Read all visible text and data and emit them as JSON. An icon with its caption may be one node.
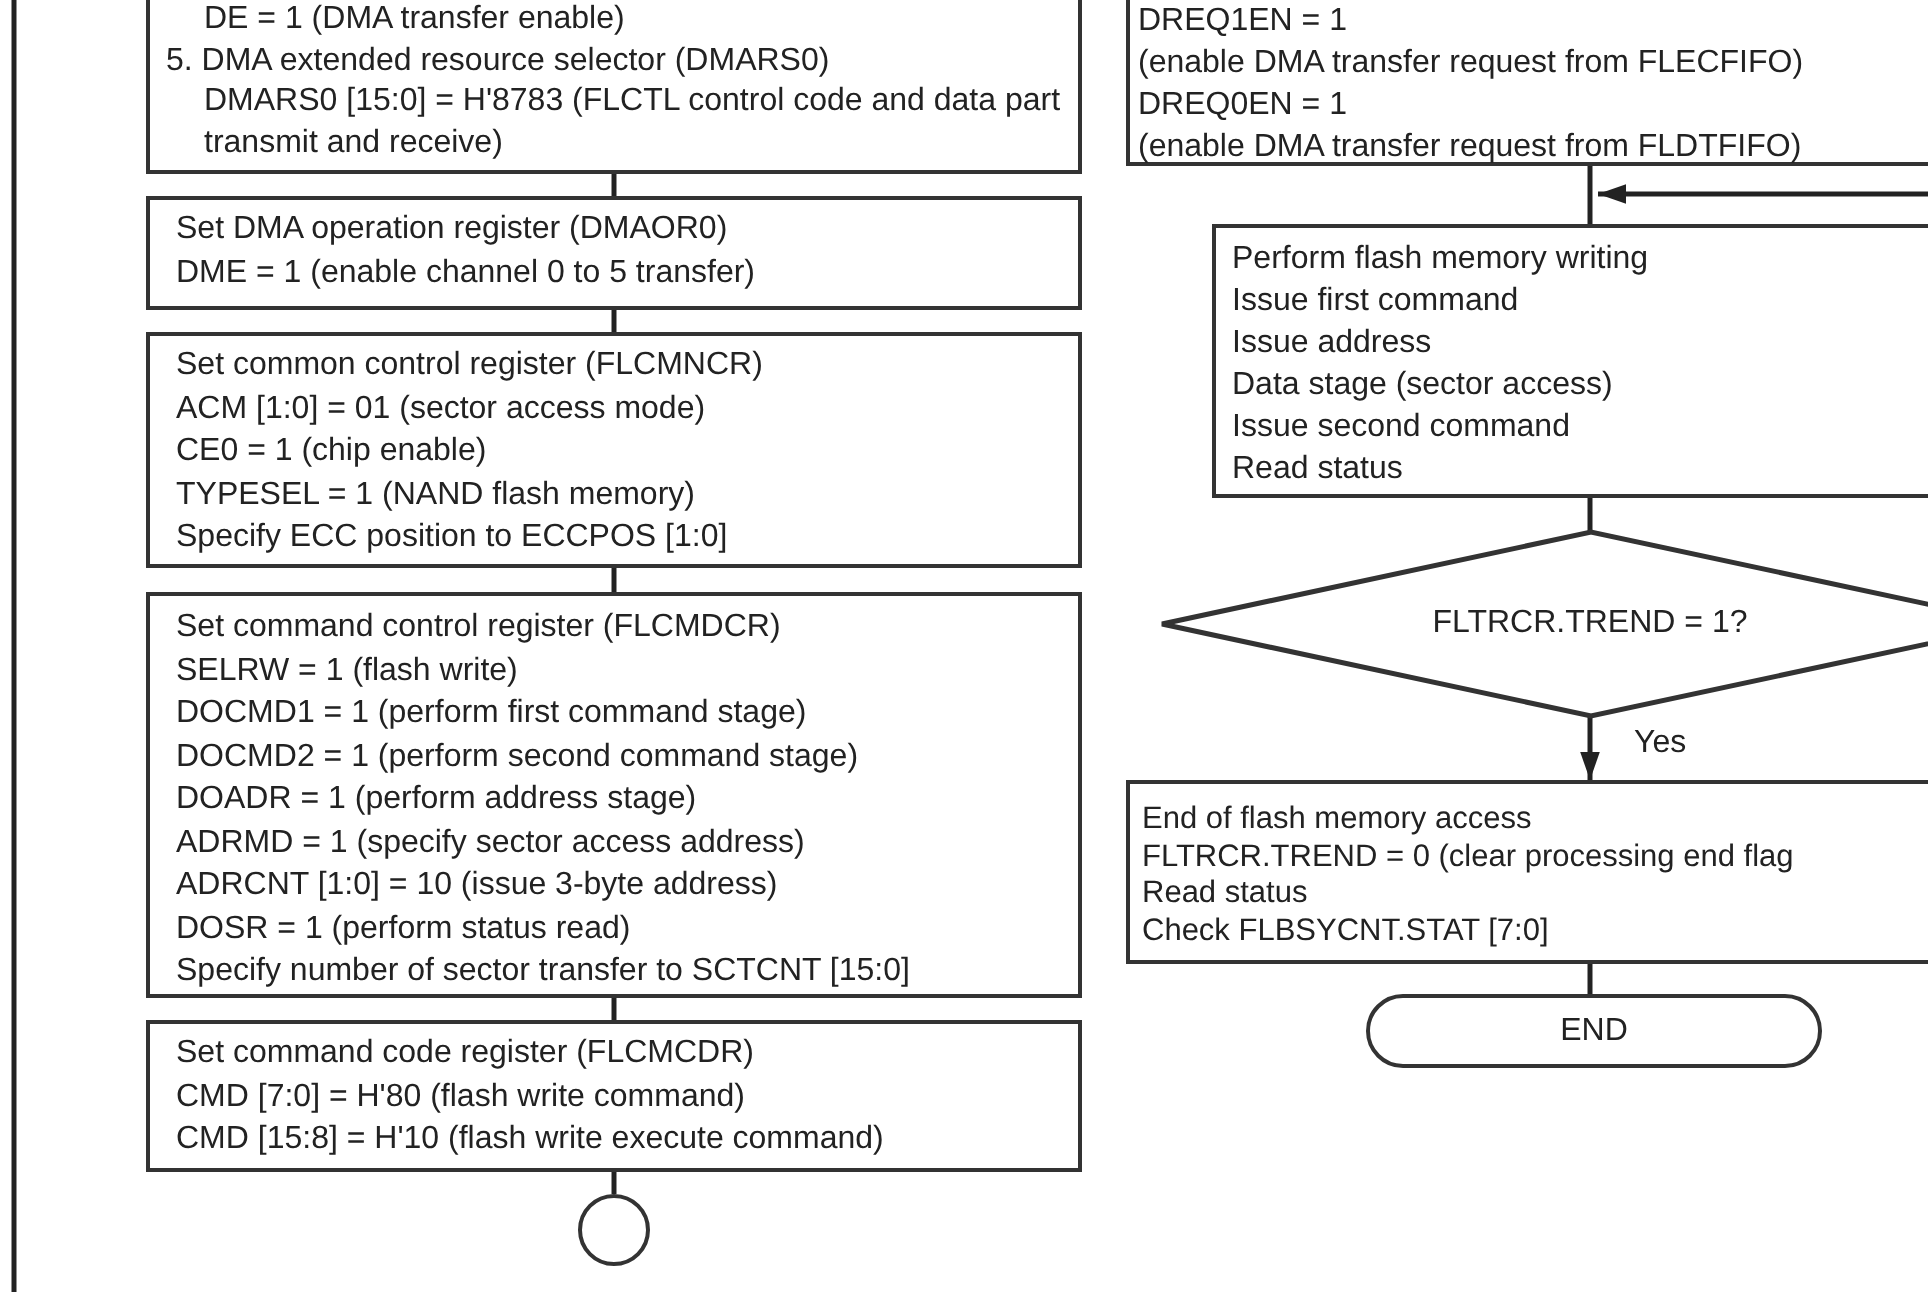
{
  "diagram": {
    "nodes": [
      {
        "text": [
          "DE = 1 (DMA transfer enable)",
          "5. DMA extended resource selector (DMARS0)",
          "DMARS0 [15:0] = H'8783 (FLCTL control code and data part transmit and receive)"
        ]
      },
      {
        "text": [
          "Set DMA operation register (DMAOR0)",
          "DME = 1 (enable channel 0 to 5 transfer)"
        ]
      },
      {
        "text": [
          "Set common control register (FLCMNCR)",
          "ACM [1:0] = 01 (sector access mode)",
          "CE0 = 1 (chip enable)",
          "TYPESEL = 1 (NAND flash memory)",
          "Specify ECC position to ECCPOS [1:0]"
        ]
      },
      {
        "text": [
          "Set command control register (FLCMDCR)",
          "SELRW = 1 (flash write)",
          "DOCMD1 = 1 (perform first command stage)",
          "DOCMD2 = 1 (perform second command stage)",
          "DOADR = 1 (perform address stage)",
          "ADRMD = 1 (specify sector access address)",
          "ADRCNT [1:0] = 10 (issue 3-byte address)",
          "DOSR = 1 (perform status read)",
          "Specify number of sector transfer to SCTCNT [15:0]"
        ]
      },
      {
        "text": [
          "Set command code register (FLCMCDR)",
          "CMD [7:0] = H'80 (flash write command)",
          "CMD [15:8] = H'10 (flash write execute command)"
        ]
      },
      {
        "text": [],
        "shape": "circle"
      },
      {
        "text": [
          "DREQ1EN = 1",
          "(enable DMA transfer request from FLECFIFO)",
          "DREQ0EN = 1",
          "(enable DMA transfer request from FLDTFIFO)"
        ]
      },
      {
        "text": [
          "Perform flash memory writing",
          "Issue first command",
          "Issue address",
          "Data stage (sector access)",
          "Issue second command",
          "Read status"
        ]
      },
      {
        "text": [
          "FLTRCR.TREND = 1?"
        ]
      },
      {
        "text": [
          "End of flash memory access",
          "FLTRCR.TREND = 0 (clear processing end flag",
          "Read status",
          "Check FLBSYCNT.STAT [7:0]"
        ]
      },
      {
        "text": [
          "END"
        ]
      }
    ],
    "edges": [
      {
        "from": 0,
        "to": 1,
        "arrow": "none"
      },
      {
        "from": 1,
        "to": 2,
        "arrow": "none"
      },
      {
        "from": 2,
        "to": 3,
        "arrow": "none"
      },
      {
        "from": 3,
        "to": 4,
        "arrow": "none"
      },
      {
        "from": 4,
        "to": 5,
        "arrow": "none"
      },
      {
        "from": 6,
        "to": 7,
        "arrow": "none"
      },
      {
        "from": null,
        "to": 7,
        "arrow": "to"
      },
      {
        "from": 7,
        "to": 8,
        "arrow": "none"
      },
      {
        "from": 8,
        "to": 9,
        "label": "Yes",
        "arrow": "to"
      },
      {
        "from": 9,
        "to": 10,
        "arrow": "none"
      }
    ]
  }
}
